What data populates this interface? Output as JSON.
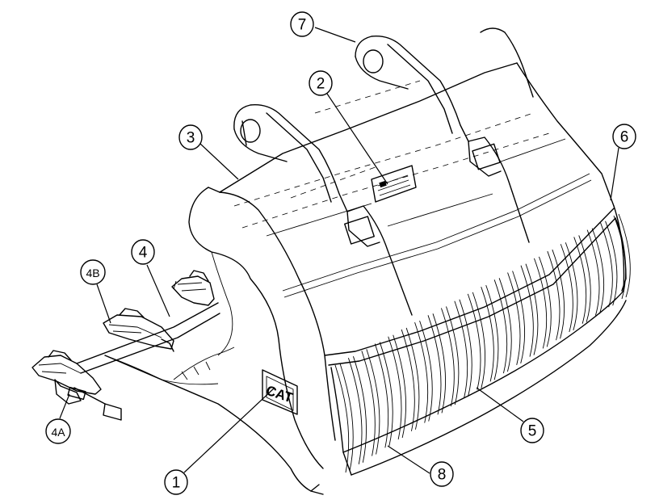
{
  "callouts": {
    "c1": "1",
    "c2": "2",
    "c3": "3",
    "c4": "4",
    "c4a": "4A",
    "c4b": "4B",
    "c5": "5",
    "c6": "6",
    "c7": "7",
    "c8": "8"
  },
  "logo": {
    "text": "CAT"
  }
}
